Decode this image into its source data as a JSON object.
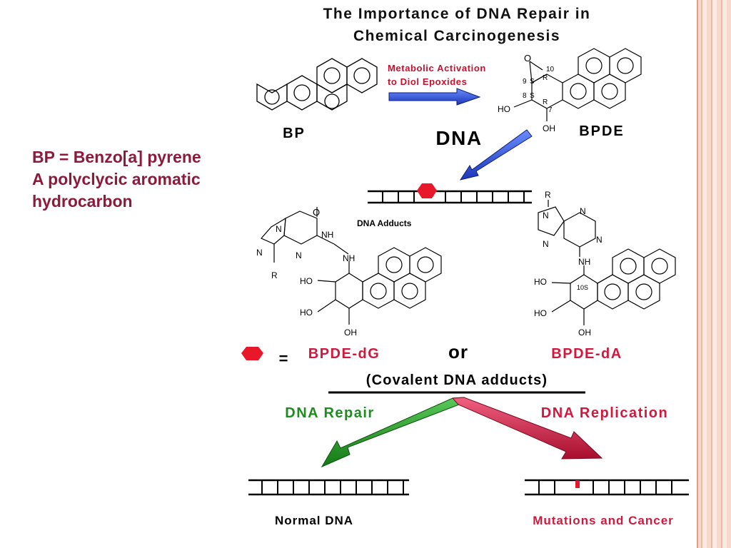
{
  "title": {
    "line1": "The Importance of DNA Repair in",
    "line2": "Chemical Carcinogenesis"
  },
  "side_note": {
    "line1": "BP = Benzo[a] pyrene",
    "line2": "A polyclycic aromatic",
    "line3": "hydrocarbon"
  },
  "labels": {
    "bp": "BP",
    "bpde": "BPDE",
    "activation_line1": "Metabolic Activation",
    "activation_line2": "to Diol Epoxides",
    "dna": "DNA",
    "dna_adducts": "DNA Adducts",
    "equals": "=",
    "bpde_dg": "BPDE-dG",
    "or": "or",
    "bpde_da": "BPDE-dA",
    "covalent": "(Covalent DNA adducts)",
    "dna_repair": "DNA Repair",
    "dna_replication": "DNA Replication",
    "normal_dna": "Normal DNA",
    "mutations": "Mutations and Cancer"
  },
  "chem": {
    "o": "O",
    "n10": "10",
    "n9": "9",
    "n8": "8",
    "n7": "7",
    "s": "S",
    "r": "R",
    "ho": "HO",
    "oh": "OH",
    "n": "N",
    "nh": "NH",
    "r_sub": "R",
    "ten_s": "10S"
  },
  "colors": {
    "title": "#000000",
    "side_note": "#8e1a3a",
    "activation": "#c8102e",
    "blue_arrow": "#2b4fd6",
    "adduct_marker": "#e8182a",
    "repair": "#1e8c1e",
    "replication": "#d1193e",
    "mutation_text": "#d1193e"
  }
}
